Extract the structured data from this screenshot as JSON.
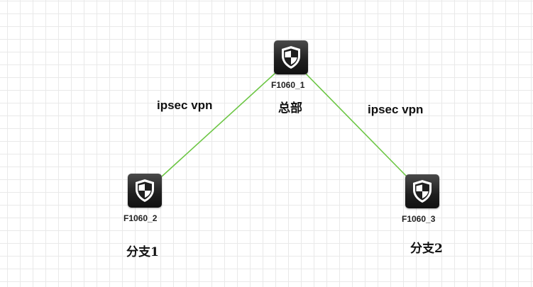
{
  "diagram": {
    "link_color": "#6cc644",
    "devices": [
      {
        "id": "F1060_1",
        "name": "F1060_1",
        "role": "总部",
        "icon": "firewall-shield-icon"
      },
      {
        "id": "F1060_2",
        "name": "F1060_2",
        "role": "分支1",
        "icon": "firewall-shield-icon"
      },
      {
        "id": "F1060_3",
        "name": "F1060_3",
        "role": "分支2",
        "icon": "firewall-shield-icon"
      }
    ],
    "links": [
      {
        "from": "F1060_1",
        "to": "F1060_2",
        "label": "ipsec vpn"
      },
      {
        "from": "F1060_1",
        "to": "F1060_3",
        "label": "ipsec vpn"
      }
    ]
  }
}
